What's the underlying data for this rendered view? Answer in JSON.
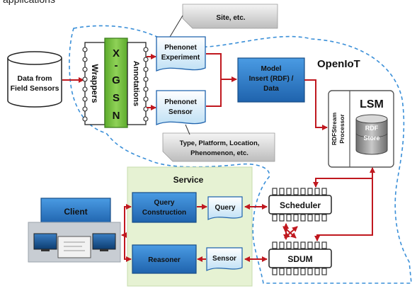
{
  "header_partial": "applications",
  "sources": {
    "line1": "Data from",
    "line2": "Field Sensors"
  },
  "xgsn": {
    "wrappers": "Wrappers",
    "letters": [
      "X",
      "-",
      "G",
      "S",
      "N"
    ],
    "annotations": "Annotations"
  },
  "phenonet_experiment": {
    "line1": "Phenonet",
    "line2": "Experiment",
    "note": "Site, etc."
  },
  "phenonet_sensor": {
    "line1": "Phenonet",
    "line2": "Sensor",
    "note_line1": "Type, Platform, Location,",
    "note_line2": "Phenomenon, etc."
  },
  "model_insert": {
    "line1": "Model",
    "line2": "Insert (RDF) /",
    "line3": "Data"
  },
  "openiot_label": "OpenIoT",
  "lsm": {
    "title": "LSM",
    "processor_line1": "RDFStream",
    "processor_line2": "Processor",
    "store_line1": "RDF",
    "store_line2": "Store"
  },
  "service": {
    "title": "Service",
    "query_construction_line1": "Query",
    "query_construction_line2": "Construction",
    "query": "Query",
    "reasoner": "Reasoner",
    "sensor": "Sensor"
  },
  "scheduler": "Scheduler",
  "sdum": "SDUM",
  "client": "Client",
  "colors": {
    "arrow": "#c0181f",
    "blue_box": "#2f7fce",
    "service_bg": "#e6f2d3",
    "xgsn_green": "#6ebe3a",
    "dashed": "#3a8fd8"
  }
}
